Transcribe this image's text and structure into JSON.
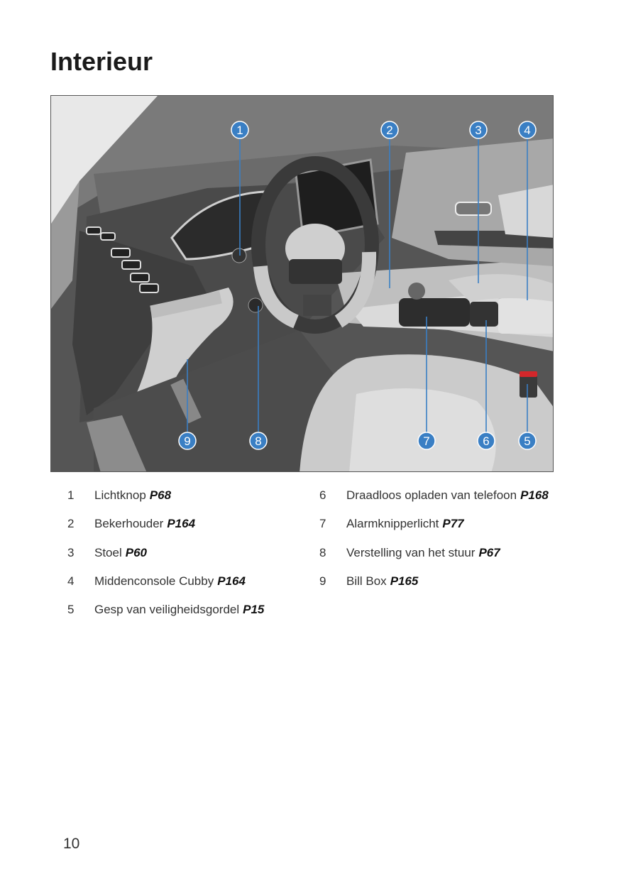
{
  "page": {
    "title": "Interieur",
    "page_number": "10"
  },
  "figure": {
    "callout_color": "#3a7fc4",
    "callouts": [
      "1",
      "2",
      "3",
      "4",
      "5",
      "6",
      "7",
      "8",
      "9"
    ]
  },
  "legend": {
    "column1": [
      {
        "num": "1",
        "label": "Lichtknop",
        "ref": "P68"
      },
      {
        "num": "2",
        "label": "Bekerhouder",
        "ref": "P164"
      },
      {
        "num": "3",
        "label": "Stoel",
        "ref": "P60"
      },
      {
        "num": "4",
        "label": "Middenconsole Cubby",
        "ref": "P164"
      },
      {
        "num": "5",
        "label": "Gesp van veiligheidsgordel",
        "ref": "P15"
      }
    ],
    "column2": [
      {
        "num": "6",
        "label": "Draadloos opladen van telefoon",
        "ref": "P168"
      },
      {
        "num": "7",
        "label": "Alarmknipperlicht",
        "ref": "P77"
      },
      {
        "num": "8",
        "label": "Verstelling van het stuur",
        "ref": "P67"
      },
      {
        "num": "9",
        "label": "Bill Box",
        "ref": "P165"
      }
    ]
  }
}
